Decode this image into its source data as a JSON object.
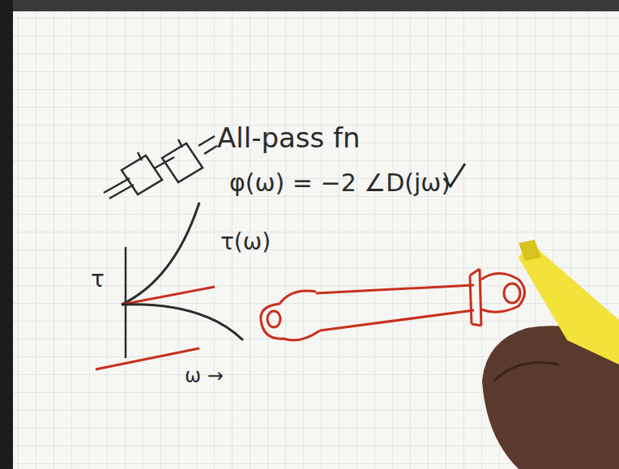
{
  "diagram": {
    "labels": [
      "All-pass fn",
      "φ(ω) = −2 ∠D(jω)",
      "τ(ω)",
      "τ",
      "ω →"
    ]
  }
}
